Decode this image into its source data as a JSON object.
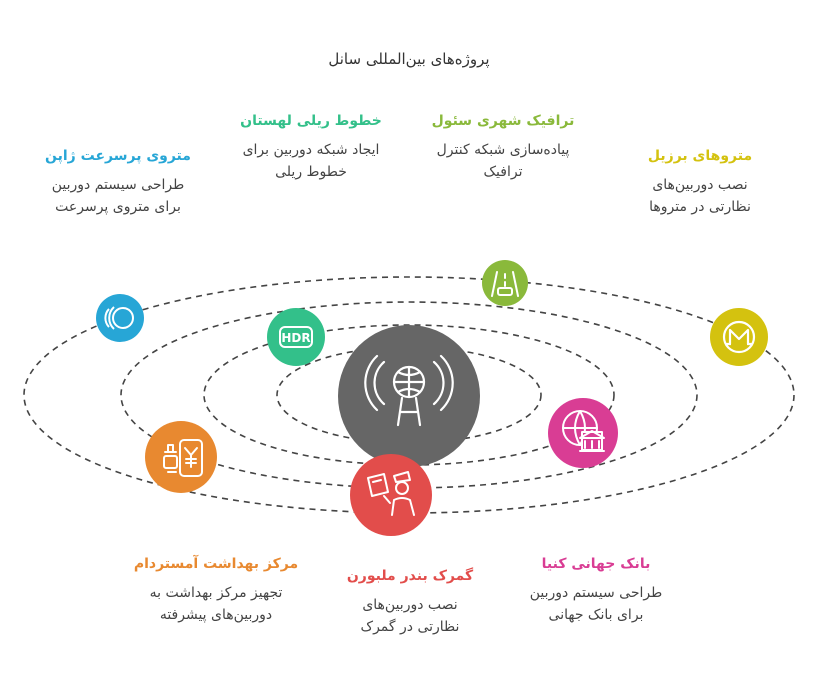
{
  "title": "پروژه‌های بین‌المللی سانل",
  "colors": {
    "center": "#666666",
    "brazil": "#d4c20f",
    "seoul": "#8ab93b",
    "poland": "#33c08a",
    "japan": "#27a6d6",
    "amsterdam": "#e88930",
    "melbourne": "#e24d4b",
    "kenya": "#d93d94",
    "orbit": "#444444"
  },
  "projects": {
    "japan": {
      "title": "متروی پرسرعت ژاپن",
      "desc": [
        "طراحی سیستم دوربین",
        "برای متروی پرسرعت"
      ],
      "icon": "record-icon"
    },
    "poland": {
      "title": "خطوط ریلی لهستان",
      "desc": [
        "ایجاد شبکه دوربین برای",
        "خطوط ریلی"
      ],
      "icon": "hdr-icon"
    },
    "seoul": {
      "title": "ترافیک شهری سئول",
      "desc": [
        "پیاده‌سازی شبکه کنترل",
        "ترافیک"
      ],
      "icon": "road-icon"
    },
    "brazil": {
      "title": "متروهای برزیل",
      "desc": [
        "نصب دوربین‌های",
        "نظارتی در متروها"
      ],
      "icon": "monero-icon"
    },
    "amsterdam": {
      "title": "مرکز بهداشت آمستردام",
      "desc": [
        "تجهیز مرکز بهداشت به",
        "دوربین‌های پیشرفته"
      ],
      "icon": "mobile-payment-icon"
    },
    "melbourne": {
      "title": "گمرک بندر ملبورن",
      "desc": [
        "نصب دوربین‌های",
        "نظارتی در گمرک"
      ],
      "icon": "customs-officer-icon"
    },
    "kenya": {
      "title": "بانک جهانی کنیا",
      "desc": [
        "طراحی سیستم دوربین",
        "برای بانک جهانی"
      ],
      "icon": "world-bank-icon"
    }
  },
  "center_icon": "network-antenna-icon"
}
